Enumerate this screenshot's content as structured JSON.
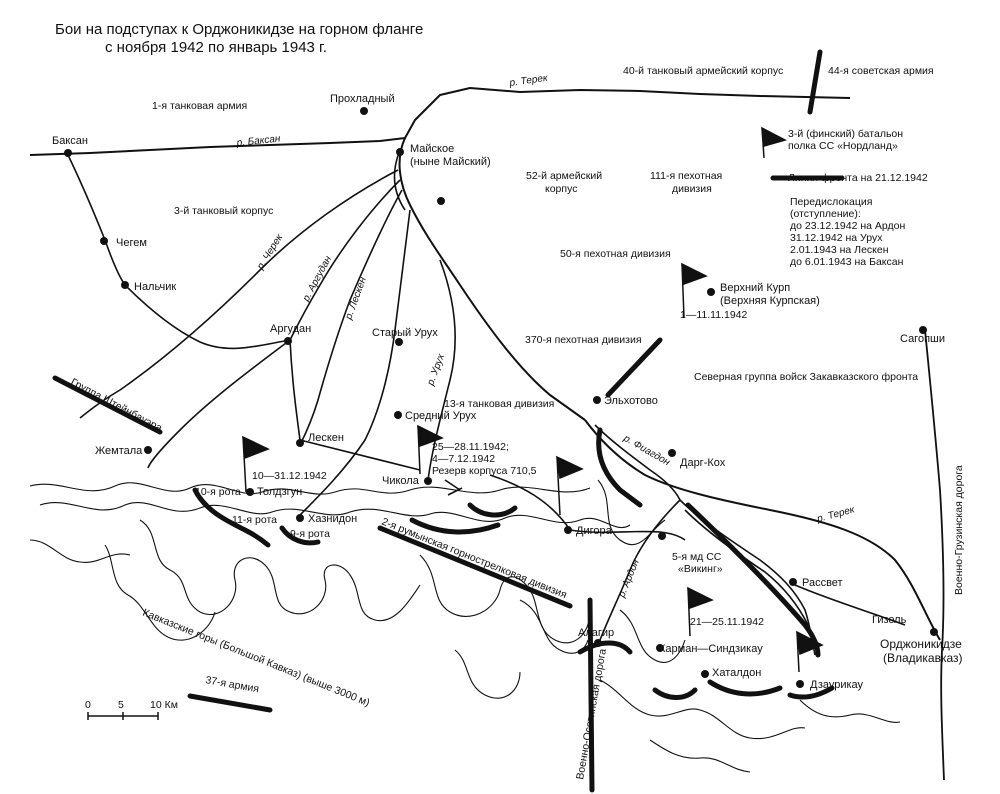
{
  "title": {
    "line1": "Бои на подступах к Орджоникидзе на горном фланге",
    "line2": "с ноября 1942 по январь 1943 г."
  },
  "colors": {
    "ink": "#111111",
    "paper": "#ffffff"
  },
  "icons": {
    "flag": "flag-icon",
    "settlement": "settlement-dot-icon",
    "frontline": "front-line-icon"
  },
  "legend": {
    "flag_label_1": "3-й (финский) батальон",
    "flag_label_2": "полка СС «Нордланд»",
    "front_label": "Линия фронта на 21.12.1942",
    "redeploy": [
      "Передислокация",
      "(отступление):",
      "до 23.12.1942 на Ардон",
      "31.12.1942 на Урух",
      "2.01.1943 на Лескен",
      "до 6.01.1943 на Баксан"
    ]
  },
  "settlements": {
    "baksan": "Баксан",
    "prokhladny": "Прохладный",
    "mayskoe_1": "Майское",
    "mayskoe_2": "(ныне Майский)",
    "chegem": "Чегем",
    "nalchik": "Нальчик",
    "argudan": "Аргудан",
    "stary_urukh": "Старый Урух",
    "sredny_urukh": "Средний Урух",
    "lesken": "Лескен",
    "zhemtala": "Жемтала",
    "toldzgun": "Толдзгун",
    "khaznidon": "Хазнидон",
    "chikola": "Чикола",
    "digora": "Дигора",
    "elkhotovo": "Эльхотово",
    "darg_kokh": "Дарг-Кох",
    "verkhny_kurp_1": "Верхний Курп",
    "verkhny_kurp_2": "(Верхняя Курпская)",
    "sagopshi": "Сагопши",
    "rassvet": "Рассвет",
    "gizel": "Гизель",
    "ordzhonikidze_1": "Орджоникидзе",
    "ordzhonikidze_2": "(Владикавказ)",
    "alagir": "Алагир",
    "karman": "Карман—Синдзикау",
    "khataldon": "Хаталдон",
    "dzaurikau": "Дзаурикау"
  },
  "rivers": {
    "terek": "р. Терек",
    "terek2": "р. Терек",
    "baksan": "р. Баксан",
    "cherek": "р. Черек",
    "argudan": "р. Аргудан",
    "lesken": "р. Лескен",
    "urukh": "р. Урух",
    "fiagdon": "р. Фиагдон",
    "ardon": "р. Ардон"
  },
  "units": {
    "tank_army_1": "1-я танковая армия",
    "tank_corps_40": "40-й танковый армейский корпус",
    "soviet_army_44": "44-я советская армия",
    "tank_corps_3": "3-й танковый корпус",
    "army_corps_52_1": "52-й армейский",
    "army_corps_52_2": "корпус",
    "inf_div_111_1": "111-я пехотная",
    "inf_div_111_2": "дивизия",
    "inf_div_50": "50-я пехотная дивизия",
    "inf_div_370": "370-я пехотная дивизия",
    "tank_div_13": "13-я танковая дивизия",
    "northern_group": "Северная группа войск Закавказского фронта",
    "group_steinbauer": "Группа Штейнбауэра",
    "romanian_div": "2-я румынская горнострелковая дивизия",
    "army_37": "37-я армия",
    "viking_1": "5-я мд СС",
    "viking_2": "«Викинг»",
    "company_10": "10-я рота",
    "company_11": "11-я рота",
    "company_9": "9-я рота"
  },
  "dates": {
    "kurp": "1—11.11.1942",
    "toldzgun": "10—31.12.1942",
    "chikola_1": "25—28.11.1942;",
    "chikola_2": "4—7.12.1942",
    "chikola_3": "Резерв корпуса 710,5",
    "karman": "21—25.11.1942"
  },
  "roads": {
    "gruzinskaya": "Военно-Грузинская дорога",
    "osetinskaya": "Военно-Осетинская дорога"
  },
  "mountains": "Кавказские горы (Большой Кавказ) (выше 3000 м)",
  "scale": {
    "zero": "0",
    "five": "5",
    "ten": "10 Км"
  }
}
